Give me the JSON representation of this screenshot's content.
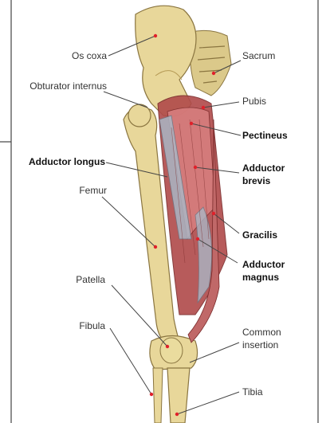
{
  "labels": {
    "os_coxa": "Os coxa",
    "obturator_internus": "Obturator internus",
    "adductor_longus": "Adductor longus",
    "femur": "Femur",
    "patella": "Patella",
    "fibula": "Fibula",
    "sacrum": "Sacrum",
    "pubis": "Pubis",
    "pectineus": "Pectineus",
    "adductor_brevis_1": "Adductor",
    "adductor_brevis_2": "brevis",
    "gracilis": "Gracilis",
    "adductor_magnus_1": "Adductor",
    "adductor_magnus_2": "magnus",
    "common_insertion_1": "Common",
    "common_insertion_2": "insertion",
    "tibia": "Tibia"
  },
  "colors": {
    "bone": "#e8d79a",
    "bone_shade": "#c9b36a",
    "muscle": "#b04a4a",
    "muscle_light": "#d98080",
    "tendon": "#aab6c4",
    "marker": "#e0202a",
    "frame": "#444444"
  }
}
